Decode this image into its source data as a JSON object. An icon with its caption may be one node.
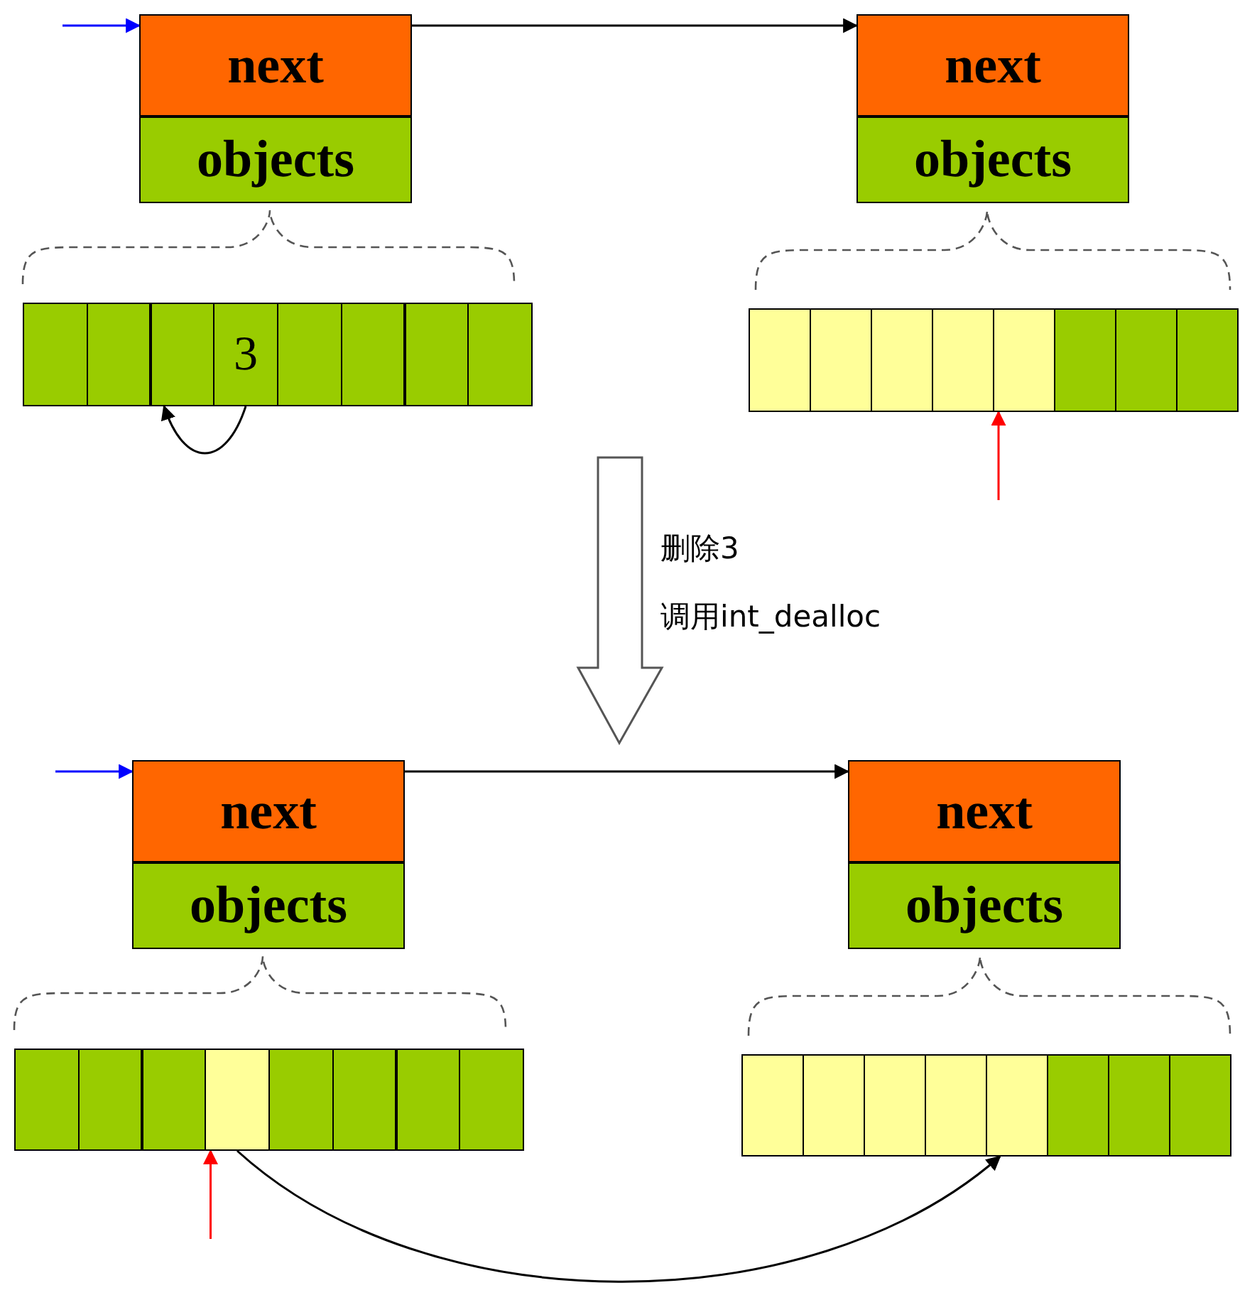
{
  "diagram": {
    "nodes": [
      {
        "text": [
          "next"
        ]
      },
      {
        "text": [
          "objects"
        ]
      },
      {
        "text": [
          "next"
        ]
      },
      {
        "text": [
          "objects"
        ]
      },
      {
        "text": [],
        "shape": "box"
      },
      {
        "text": [],
        "shape": "box"
      },
      {
        "text": [],
        "shape": "box"
      },
      {
        "text": [
          "3"
        ]
      },
      {
        "text": [],
        "shape": "box"
      },
      {
        "text": [],
        "shape": "box"
      },
      {
        "text": [],
        "shape": "box"
      },
      {
        "text": [],
        "shape": "box"
      },
      {
        "text": [],
        "shape": "box"
      },
      {
        "text": [],
        "shape": "box"
      },
      {
        "text": [],
        "shape": "box"
      },
      {
        "text": [],
        "shape": "box"
      },
      {
        "text": [],
        "shape": "box"
      },
      {
        "text": [],
        "shape": "box"
      },
      {
        "text": [],
        "shape": "box"
      },
      {
        "text": [],
        "shape": "box"
      },
      {
        "text": [
          "next"
        ]
      },
      {
        "text": [
          "objects"
        ]
      },
      {
        "text": [
          "next"
        ]
      },
      {
        "text": [
          "objects"
        ]
      },
      {
        "text": [],
        "shape": "box"
      },
      {
        "text": [],
        "shape": "box"
      },
      {
        "text": [],
        "shape": "box"
      },
      {
        "text": [],
        "shape": "box"
      },
      {
        "text": [],
        "shape": "box"
      },
      {
        "text": [],
        "shape": "box"
      },
      {
        "text": [],
        "shape": "box"
      },
      {
        "text": [],
        "shape": "box"
      },
      {
        "text": [],
        "shape": "box"
      },
      {
        "text": [],
        "shape": "box"
      },
      {
        "text": [],
        "shape": "box"
      },
      {
        "text": [],
        "shape": "box"
      },
      {
        "text": [],
        "shape": "box"
      },
      {
        "text": [],
        "shape": "box"
      },
      {
        "text": [],
        "shape": "box"
      },
      {
        "text": [],
        "shape": "box"
      }
    ],
    "edges": [
      {
        "from": null,
        "to": 0,
        "arrow": "to",
        "color": "#0000ff"
      },
      {
        "from": 0,
        "to": 2,
        "arrow": "to"
      },
      {
        "from": 7,
        "to": 6,
        "arrow": "to"
      },
      {
        "from": null,
        "to": 16,
        "arrow": "to",
        "color": "#ff0000"
      },
      {
        "from": null,
        "to": 20,
        "arrow": "to",
        "color": "#0000ff"
      },
      {
        "from": 20,
        "to": 22,
        "arrow": "to"
      },
      {
        "from": null,
        "to": 27,
        "arrow": "to",
        "color": "#ff0000"
      },
      {
        "from": 27,
        "to": 36,
        "arrow": "to"
      }
    ],
    "labels": [
      "删除3",
      "调用int_dealloc"
    ]
  }
}
